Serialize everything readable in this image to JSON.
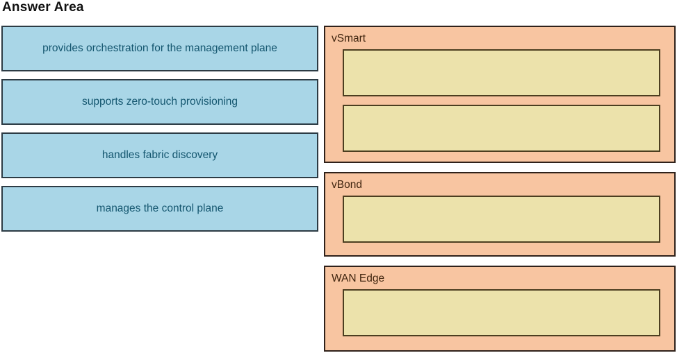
{
  "title": "Answer Area",
  "colors": {
    "option_fill": "#a9d6e7",
    "option_border": "#2c3b44",
    "option_text": "#14566f",
    "target_fill": "#f8c5a1",
    "target_border": "#2f211a",
    "target_text": "#40250f",
    "dropzone_fill": "#ece2ab",
    "dropzone_border": "#4c3e20",
    "title_text": "#111111",
    "background": "#ffffff"
  },
  "options": [
    {
      "label": "provides orchestration for the management plane"
    },
    {
      "label": "supports zero-touch provisioning"
    },
    {
      "label": "handles fabric discovery"
    },
    {
      "label": "manages the control plane"
    }
  ],
  "targets": [
    {
      "label": "vSmart",
      "slots": 2
    },
    {
      "label": "vBond",
      "slots": 1
    },
    {
      "label": "WAN Edge",
      "slots": 1
    }
  ]
}
